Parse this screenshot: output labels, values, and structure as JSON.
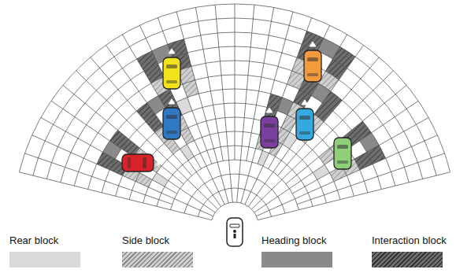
{
  "diagram": {
    "legend": [
      {
        "text": "Rear block",
        "color": "#dadada"
      },
      {
        "text": "Side block",
        "color": "#d0d0d0"
      },
      {
        "text": "Heading block",
        "color": "#8a8a8a"
      },
      {
        "text": "Interaction block",
        "color": "#6e6e6e"
      }
    ]
  }
}
